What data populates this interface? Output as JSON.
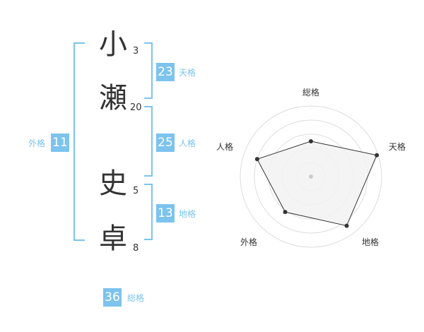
{
  "name": {
    "kanji": [
      {
        "char": "小",
        "strokes": "3"
      },
      {
        "char": "瀬",
        "strokes": "20"
      },
      {
        "char": "史",
        "strokes": "5"
      },
      {
        "char": "卓",
        "strokes": "8"
      }
    ]
  },
  "kakusu": {
    "tenkaku": {
      "value": "23",
      "label": "天格"
    },
    "jinkaku": {
      "value": "25",
      "label": "人格"
    },
    "chikaku": {
      "value": "13",
      "label": "地格"
    },
    "gaikaku": {
      "value": "11",
      "label": "外格"
    },
    "soukaku": {
      "value": "36",
      "label": "総格"
    }
  },
  "radar": {
    "labels": {
      "soukaku": "総格",
      "tenkaku": "天格",
      "chikaku": "地格",
      "gaikaku": "外格",
      "jinkaku": "人格"
    },
    "axis_order": [
      "soukaku",
      "tenkaku",
      "chikaku",
      "gaikaku",
      "jinkaku"
    ],
    "levels": 5,
    "values": [
      0.5,
      0.98,
      0.86,
      0.62,
      0.8
    ],
    "fill_color": "#f2f2f2",
    "line_color": "#333333",
    "grid_color": "#dddddd",
    "center_color": "#cccccc"
  },
  "colors": {
    "accent": "#7cc3ee",
    "text": "#333333"
  }
}
